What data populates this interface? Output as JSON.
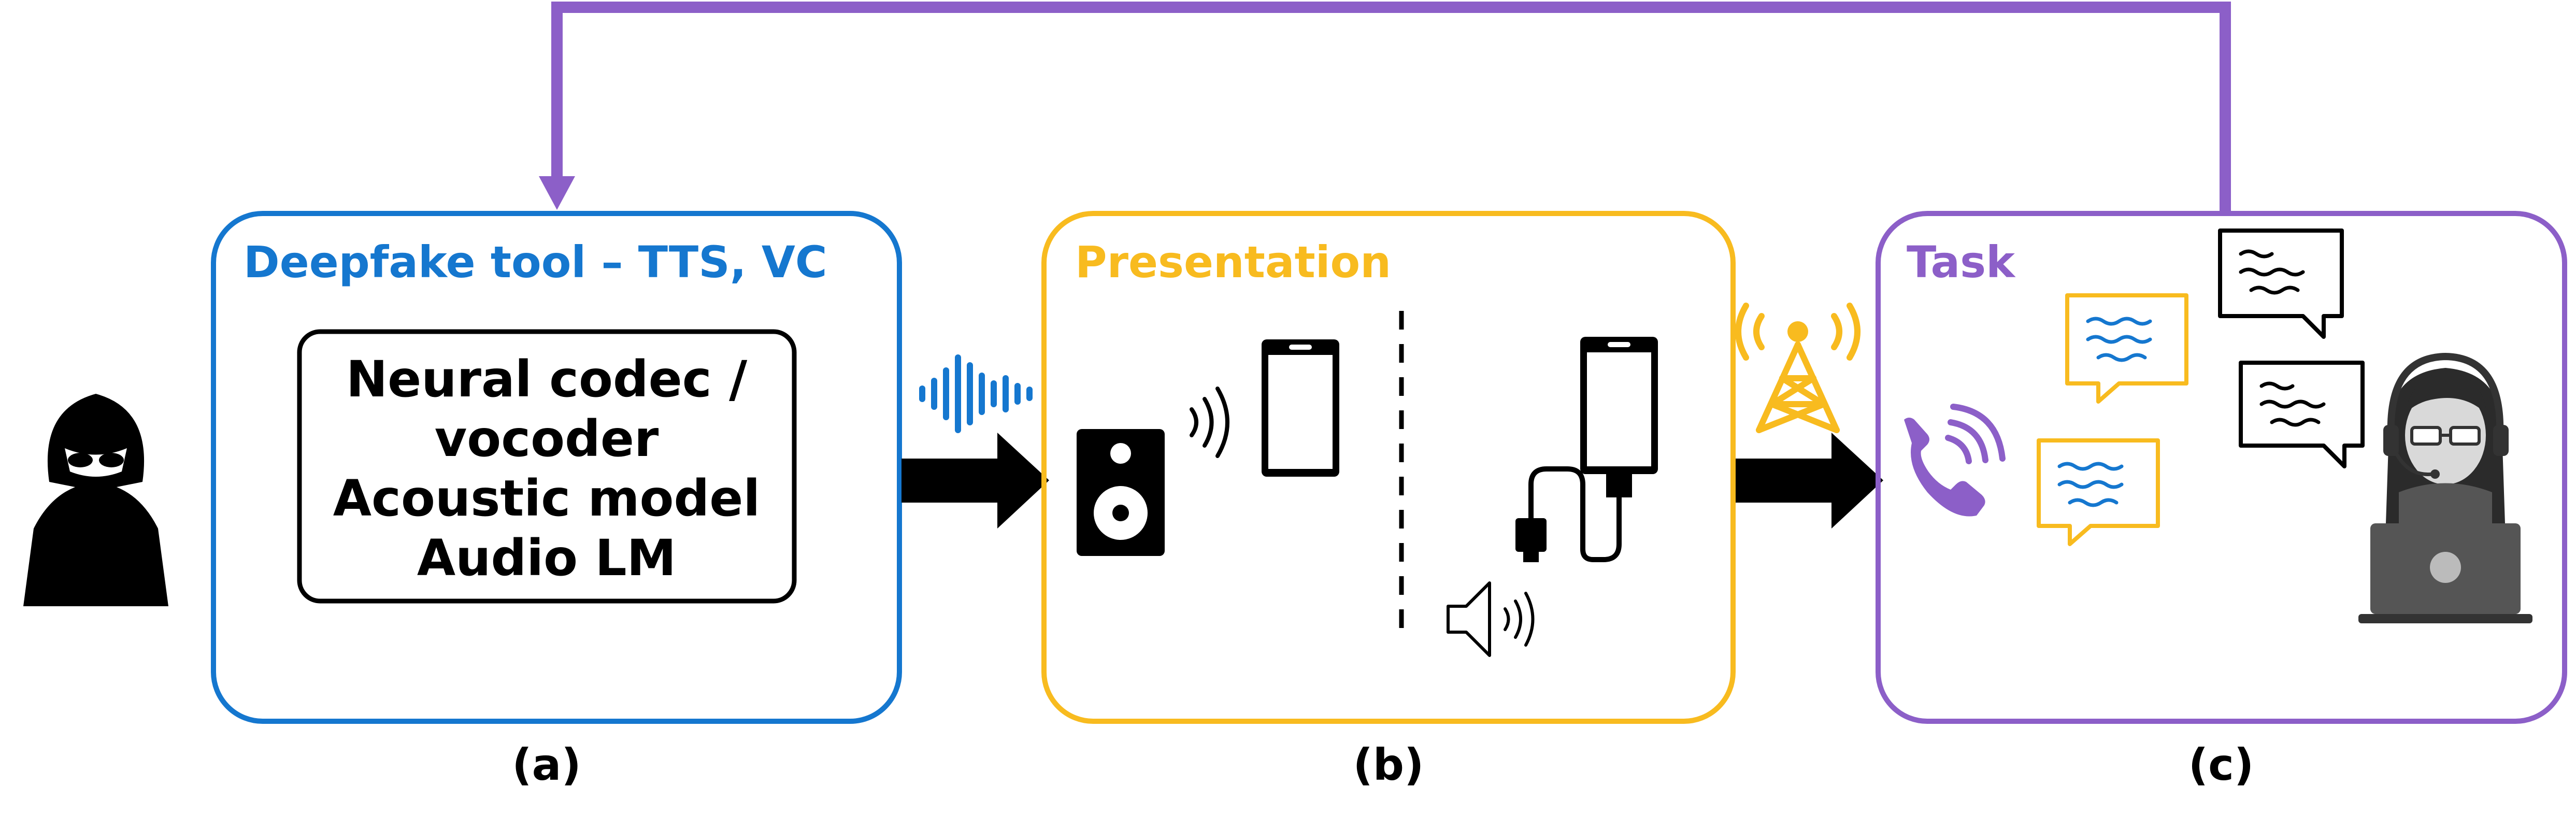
{
  "colors": {
    "blue": "#1577cf",
    "yellow": "#f8bb1f",
    "purple": "#8c5fc8",
    "black": "#000000"
  },
  "panels": {
    "a": {
      "title": "Deepfake tool – TTS, VC",
      "caption": "(a)"
    },
    "b": {
      "title": "Presentation",
      "caption": "(b)"
    },
    "c": {
      "title": "Task",
      "caption": "(c)"
    }
  },
  "inner_box": {
    "lines": [
      "Neural codec /",
      "vocoder",
      "Acoustic model",
      "Audio LM"
    ]
  },
  "icons": {
    "attacker": "hooded-hacker-icon",
    "waveform": "audio-waveform-icon",
    "speaker": "loudspeaker-icon",
    "phone": "smartphone-icon",
    "cable": "usb-cable-icon",
    "volume": "volume-icon",
    "tower": "radio-tower-icon",
    "call": "phone-call-icon",
    "bubble": "chat-bubble-icon",
    "agent": "call-center-agent-icon"
  }
}
